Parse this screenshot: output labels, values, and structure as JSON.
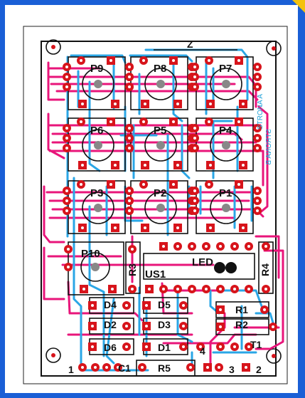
{
  "colors": {
    "frame_bg": "#1a5fd6",
    "corner": "#f4c20d",
    "board": "#ffffff",
    "trace_top": "#e8157a",
    "trace_bottom": "#2aa6e6",
    "pad": "#d7141b",
    "silk": "#111111",
    "side_text": "#1ea0d8"
  },
  "side_text": {
    "line1": "STRONA A",
    "line2": "STRONA B"
  },
  "buttons": [
    {
      "id": "btn-p9",
      "label": "P9"
    },
    {
      "id": "btn-p8",
      "label": "P8"
    },
    {
      "id": "btn-p7",
      "label": "P7"
    },
    {
      "id": "btn-p6",
      "label": "P6"
    },
    {
      "id": "btn-p5",
      "label": "P5"
    },
    {
      "id": "btn-p4",
      "label": "P4"
    },
    {
      "id": "btn-p3",
      "label": "P3"
    },
    {
      "id": "btn-p2",
      "label": "P2"
    },
    {
      "id": "btn-p1",
      "label": "P1"
    },
    {
      "id": "btn-p10",
      "label": "P10"
    }
  ],
  "labels": {
    "z": "Z",
    "r3": "R3",
    "r4": "R4",
    "us1": "US1",
    "led": "LED",
    "d4": "D4",
    "d5": "D5",
    "d2": "D2",
    "d3": "D3",
    "d6": "D6",
    "d1": "D1",
    "r1": "R1",
    "r2": "R2",
    "t1": "T1",
    "c1": "C1",
    "r5": "R5",
    "pin1": "1",
    "pin2": "2",
    "pin3": "3",
    "pin4": "4"
  }
}
